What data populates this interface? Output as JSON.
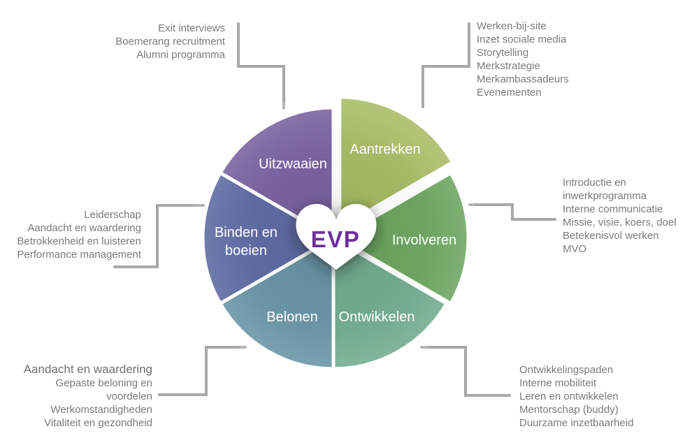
{
  "diagram": {
    "center": {
      "label": "EVP",
      "text_color": "#6d2f9f",
      "heart_fill": "#ffffff"
    },
    "colors": {
      "line": "#a8a8a8",
      "annotation_text": "#7a7a7a",
      "background": "#ffffff"
    },
    "segments": [
      {
        "id": "aantrekken",
        "label": "Aantrekken",
        "color": "#a6ba62"
      },
      {
        "id": "involveren",
        "label": "Involveren",
        "color": "#6ca55f"
      },
      {
        "id": "ontwikkelen",
        "label": "Ontwikkelen",
        "color": "#72ab90"
      },
      {
        "id": "belonen",
        "label": "Belonen",
        "color": "#6995a6"
      },
      {
        "id": "binden-en-boeien",
        "label": "Binden en boeien",
        "label_lines": [
          "Binden en",
          "boeien"
        ],
        "color": "#5e6ba3"
      },
      {
        "id": "uitzwaaien",
        "label": "Uitzwaaien",
        "color": "#7a62a0"
      }
    ],
    "annotations": [
      {
        "id": "uitzwaaien-items",
        "lines": [
          "Exit interviews",
          "Boemerang recruitment",
          "Alumni programma"
        ]
      },
      {
        "id": "aantrekken-items",
        "lines": [
          "Werken-bij-site",
          "Inzet sociale media",
          "Storytelling",
          "Merkstrategie",
          "Merkambassadeurs",
          "Evenementen"
        ]
      },
      {
        "id": "involveren-items",
        "lines": [
          "Introductie en",
          "inwerkprogramma",
          "Interne communicatie",
          "Missie, visie, koers, doel",
          "Betekenisvol werken",
          "MVO"
        ]
      },
      {
        "id": "ontwikkelen-items",
        "lines": [
          "Ontwikkelingspaden",
          "Interne mobiliteit",
          "Leren en ontwikkelen",
          "Mentorschap (buddy)",
          "Duurzame inzetbaarheid"
        ]
      },
      {
        "id": "belonen-items",
        "lines": [
          "Aandacht en waardering",
          "Gepaste beloning en",
          "voordelen",
          "Werkomstandigheden",
          "Vitaliteit en gezondheid"
        ]
      },
      {
        "id": "binden-items",
        "lines": [
          "Leiderschap",
          "Aandacht en waardering",
          "Betrokkenheid en luisteren",
          "Performance management"
        ]
      }
    ]
  }
}
